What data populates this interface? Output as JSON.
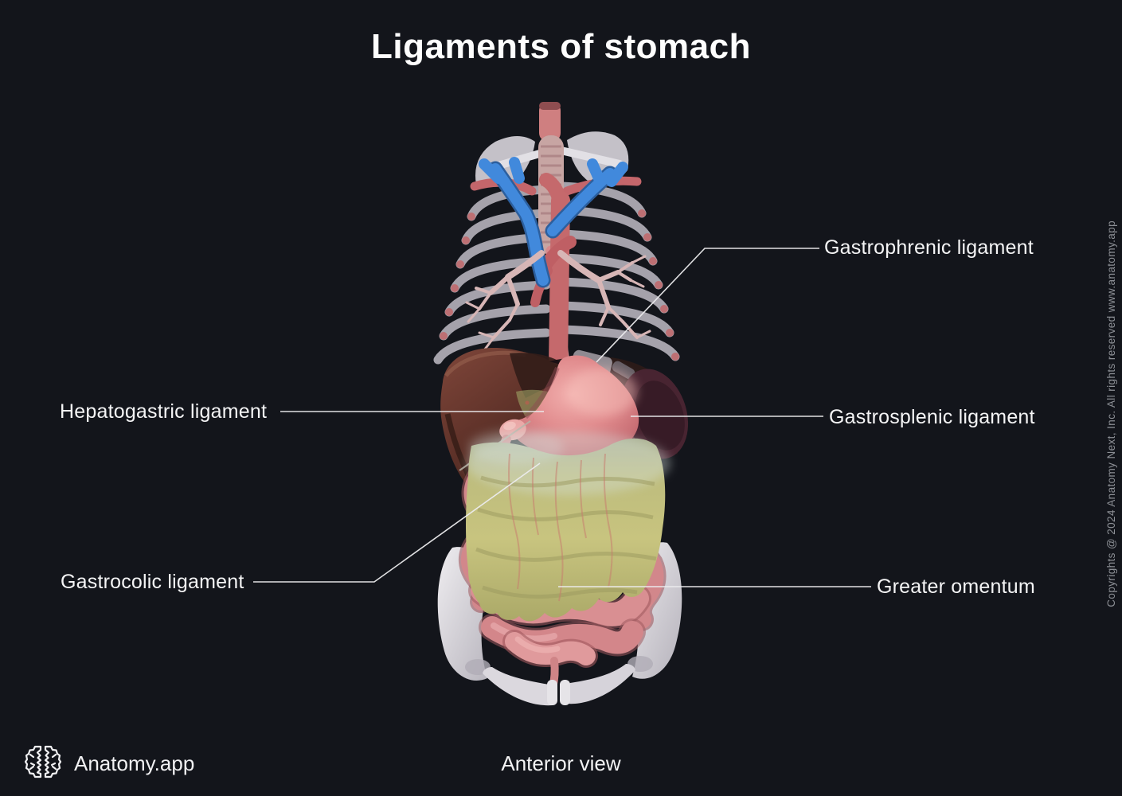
{
  "title": "Ligaments of stomach",
  "labels": {
    "gastrophrenic": "Gastrophrenic ligament",
    "hepatogastric": "Hepatogastric ligament",
    "gastrosplenic": "Gastrosplenic ligament",
    "gastrocolic": "Gastrocolic ligament",
    "greater_omentum": "Greater omentum"
  },
  "footer": {
    "brand": "Anatomy.app",
    "view": "Anterior view"
  },
  "copyright": "Copyrights @ 2024 Anatomy Next, Inc. All rights reserved www.anatomy.app",
  "icons": {
    "logo": "brain-logo-icon"
  },
  "colors": {
    "background": "#13151b",
    "text_primary": "#f5f5f6",
    "text_muted": "#8d9096",
    "leader_line": "#ececee",
    "bone": "#e9e7ea",
    "rib": "#b2afb8",
    "liver": "#6b3a31",
    "stomach": "#dd8588",
    "spleen": "#482431",
    "omentum": "#c6c37f",
    "intestine": "#d68c8f",
    "vein_blue": "#3e86d8",
    "artery_red": "#c4666b",
    "trachea": "#c7a5a3"
  }
}
